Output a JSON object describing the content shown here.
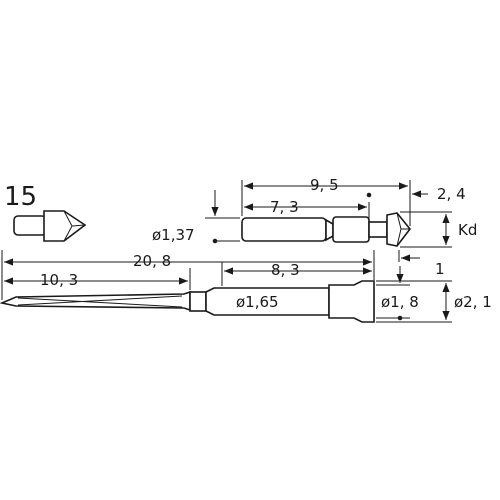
{
  "head_style": {
    "number": "15"
  },
  "dimensions": {
    "overall_length": "20, 8",
    "tip_length": "10, 3",
    "barrel_length": "8, 3",
    "plunger_length": "9, 5",
    "plunger_shaft_length": "7, 3",
    "head_offset": "2, 4",
    "head_stroke": "1",
    "head_diameter": "Kd",
    "plunger_diameter": "ø1,37",
    "barrel_inner_diameter": "ø1,65",
    "collar_diameter": "ø1, 8",
    "barrel_outer_diameter": "ø2, 1"
  }
}
